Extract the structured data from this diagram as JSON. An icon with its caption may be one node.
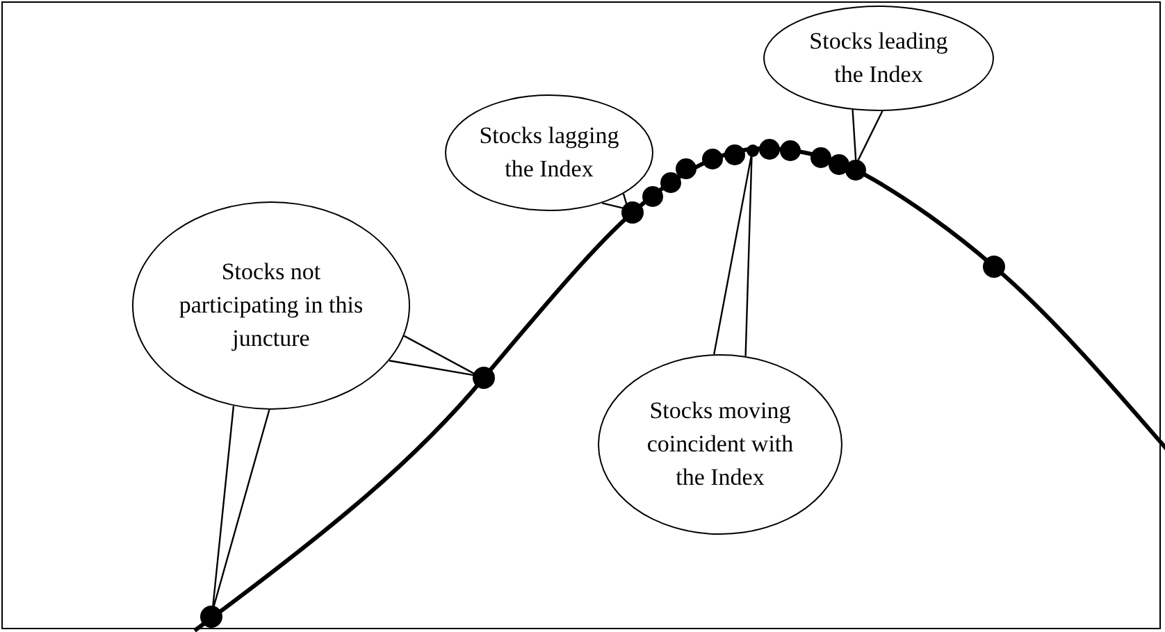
{
  "diagram": {
    "nodes": [
      {
        "text": [
          "Stocks not participating in this juncture"
        ]
      },
      {
        "text": [
          "Stocks lagging the Index"
        ]
      },
      {
        "text": [
          "Stocks moving coincident with the Index"
        ]
      },
      {
        "text": [
          "Stocks leading the Index"
        ]
      },
      {
        "text": [],
        "shape": "circle"
      },
      {
        "text": [],
        "shape": "circle"
      },
      {
        "text": [],
        "shape": "circle"
      },
      {
        "text": [],
        "shape": "circle"
      },
      {
        "text": [],
        "shape": "circle"
      },
      {
        "text": [],
        "shape": "circle"
      },
      {
        "text": [],
        "shape": "circle"
      },
      {
        "text": [],
        "shape": "circle"
      },
      {
        "text": [],
        "shape": "circle"
      },
      {
        "text": [],
        "shape": "circle"
      },
      {
        "text": [],
        "shape": "circle"
      },
      {
        "text": [],
        "shape": "circle"
      },
      {
        "text": [],
        "shape": "circle"
      },
      {
        "text": [],
        "shape": "circle"
      },
      {
        "text": [],
        "shape": "circle"
      }
    ],
    "edges": [
      {
        "from": 0,
        "to": 4,
        "arrow": "none"
      },
      {
        "from": 0,
        "to": 5,
        "arrow": "none"
      },
      {
        "from": 1,
        "to": 6,
        "arrow": "none"
      },
      {
        "from": 2,
        "to": 12,
        "arrow": "none"
      },
      {
        "from": 3,
        "to": 17,
        "arrow": "none"
      }
    ]
  }
}
